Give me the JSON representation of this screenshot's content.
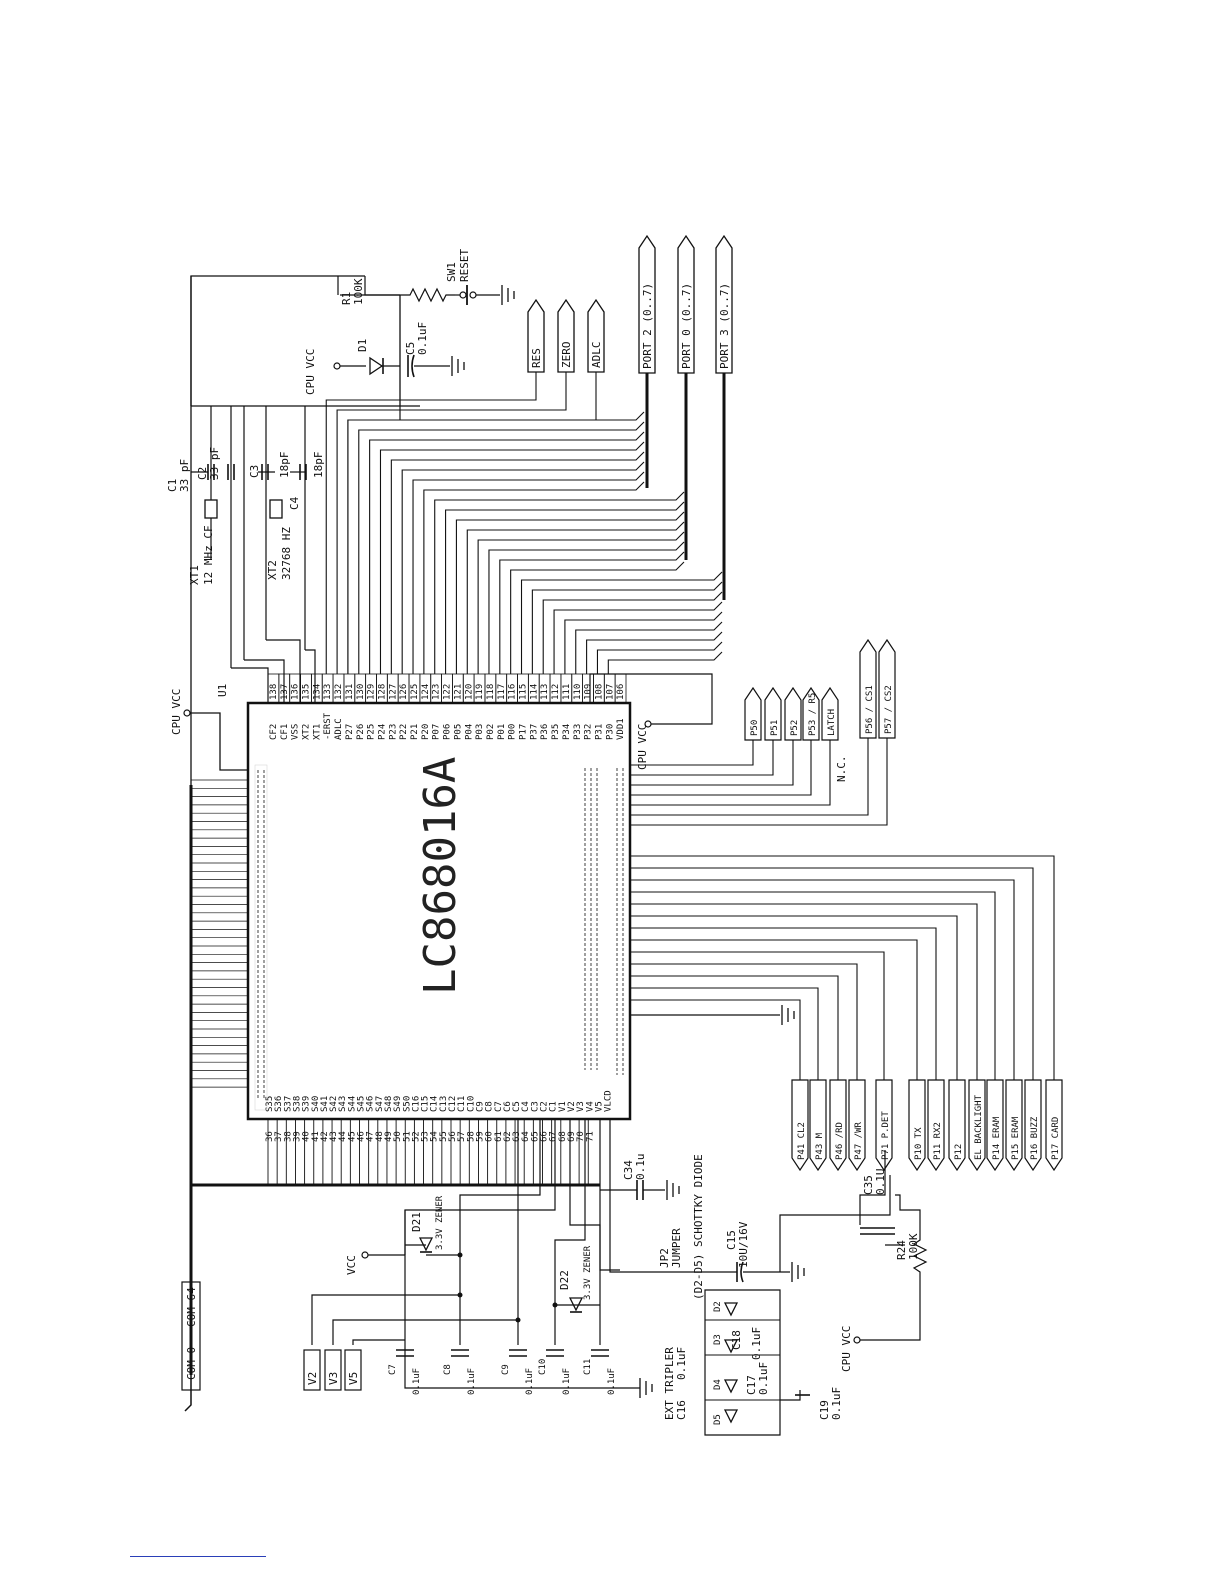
{
  "colors": {
    "ink": "#111111",
    "chip_text": "#222222",
    "bottom_rule": "#2a3fb8"
  },
  "chip": {
    "ref": "U1",
    "part": "LC868016A",
    "pin_names_top": [
      "CF2",
      "CF1",
      "VSS",
      "XT2",
      "XT1",
      "-ERST",
      "ADLC",
      "P27",
      "P26",
      "P25",
      "P24",
      "P23",
      "P22",
      "P21",
      "P20",
      "P07",
      "P06",
      "P05",
      "P04",
      "P03",
      "P02",
      "P01",
      "P00",
      "P17",
      "P37",
      "P36",
      "P35",
      "P34",
      "P33",
      "P32",
      "P31",
      "P30",
      "VDD1"
    ],
    "pin_nums_top": [
      "138",
      "137",
      "136",
      "135",
      "134",
      "133",
      "132",
      "131",
      "130",
      "129",
      "128",
      "127",
      "126",
      "125",
      "124",
      "123",
      "122",
      "121",
      "120",
      "119",
      "118",
      "117",
      "116",
      "115",
      "114",
      "113",
      "112",
      "111",
      "110",
      "109",
      "108",
      "107",
      "106"
    ],
    "pin_names_left": [
      "S35",
      "S36",
      "S37",
      "S38",
      "S39",
      "S40",
      "S41",
      "S42",
      "S43",
      "S44",
      "S45",
      "S46",
      "S47",
      "S48",
      "S49",
      "S50",
      "C16",
      "C15",
      "C14",
      "C13",
      "C12",
      "C11",
      "C10",
      "C9",
      "C8",
      "C7",
      "C6",
      "C5",
      "C4",
      "C3",
      "C2",
      "C1",
      "V1",
      "V2",
      "V3",
      "V4",
      "V5",
      "VLCD"
    ],
    "pin_nums_left": [
      "36",
      "37",
      "38",
      "39",
      "40",
      "41",
      "42",
      "43",
      "44",
      "45",
      "46",
      "47",
      "48",
      "49",
      "50",
      "51",
      "52",
      "53",
      "54",
      "55",
      "56",
      "57",
      "58",
      "59",
      "60",
      "61",
      "62",
      "63",
      "64",
      "65",
      "66",
      "67",
      "68",
      "69",
      "70",
      "71"
    ]
  },
  "crystals": {
    "xt1_ref": "XT1",
    "xt1_value": "12 MHz CF",
    "xt2_ref": "XT2",
    "xt2_value": "32768 HZ",
    "c1_ref": "C1",
    "c1_value": "33 pF",
    "c2_ref": "C2",
    "c2_value": "33 pF",
    "c3_ref": "C3",
    "c3_value": "18pF",
    "c4_ref": "C4",
    "c4_value": "18pF"
  },
  "reset": {
    "cpu_vcc": "CPU VCC",
    "d1": "D1",
    "r1_ref": "R1",
    "r1_value": "100K",
    "c5_ref": "C5",
    "c5_value": "0.1uF",
    "sw1_ref": "SW1",
    "sw1_value": "RESET"
  },
  "ports_top": [
    "RES",
    "ZERO",
    "ADLC",
    "PORT 2 (0..7)",
    "PORT 0 (0..7)",
    "PORT 3 (0..7)"
  ],
  "ports_right_upper": [
    "P50",
    "P51",
    "P52",
    "P53 / R5",
    "LATCH",
    "P56 / CS1",
    "P57 / CS2"
  ],
  "nc_label": "N.C.",
  "cpu_vcc_right": "CPU VCC",
  "cpu_vcc_left": "CPU VCC",
  "ports_right_lower": [
    "P41 CL2",
    "P43 M",
    "P46 /RD",
    "P47 /WR",
    "P71 P.DET",
    "P10 TX",
    "P11 RX2",
    "P12",
    "EL BACKLIGHT",
    "P14 ERAM",
    "P15 ERAM",
    "P16 BUZZ",
    "P17 CARD"
  ],
  "com_bus": "COM 0 - COM 64",
  "lcd_bias": {
    "vcc": "VCC",
    "d21_ref": "D21",
    "d21_value": "3.3V ZENER",
    "d22_ref": "D22",
    "d22_value": "3.3V ZENER",
    "v2": "V2",
    "v3": "V3",
    "v5": "V5",
    "caps": [
      {
        "ref": "C7",
        "value": "0.1uF"
      },
      {
        "ref": "C8",
        "value": "0.1uF"
      },
      {
        "ref": "C9",
        "value": "0.1uF"
      },
      {
        "ref": "C10",
        "value": "0.1uF"
      },
      {
        "ref": "C11",
        "value": "0.1uF"
      }
    ],
    "c34_ref": "C34",
    "c34_value": "0.1u"
  },
  "tripler": {
    "title": "EXT TRIPLER",
    "jp2_ref": "JP2",
    "jp2_value": "JUMPER",
    "diodes_note": "(D2-D5) SCHOTTKY DIODE",
    "c15_ref": "C15",
    "c15_value": "10U/16V",
    "c16_ref": "C16",
    "c16_value": "0.1uF",
    "c17_ref": "C17",
    "c17_value": "0.1uF",
    "c18_ref": "C18",
    "c18_value": "0.1uF",
    "c19_ref": "C19",
    "c19_value": "0.1uF",
    "d2": "D2",
    "d3": "D3",
    "d4": "D4",
    "d5": "D5"
  },
  "pdet": {
    "c35_ref": "C35",
    "c35_value": "0.1U",
    "r24_ref": "R24",
    "r24_value": "100K",
    "cpu_vcc": "CPU VCC"
  }
}
